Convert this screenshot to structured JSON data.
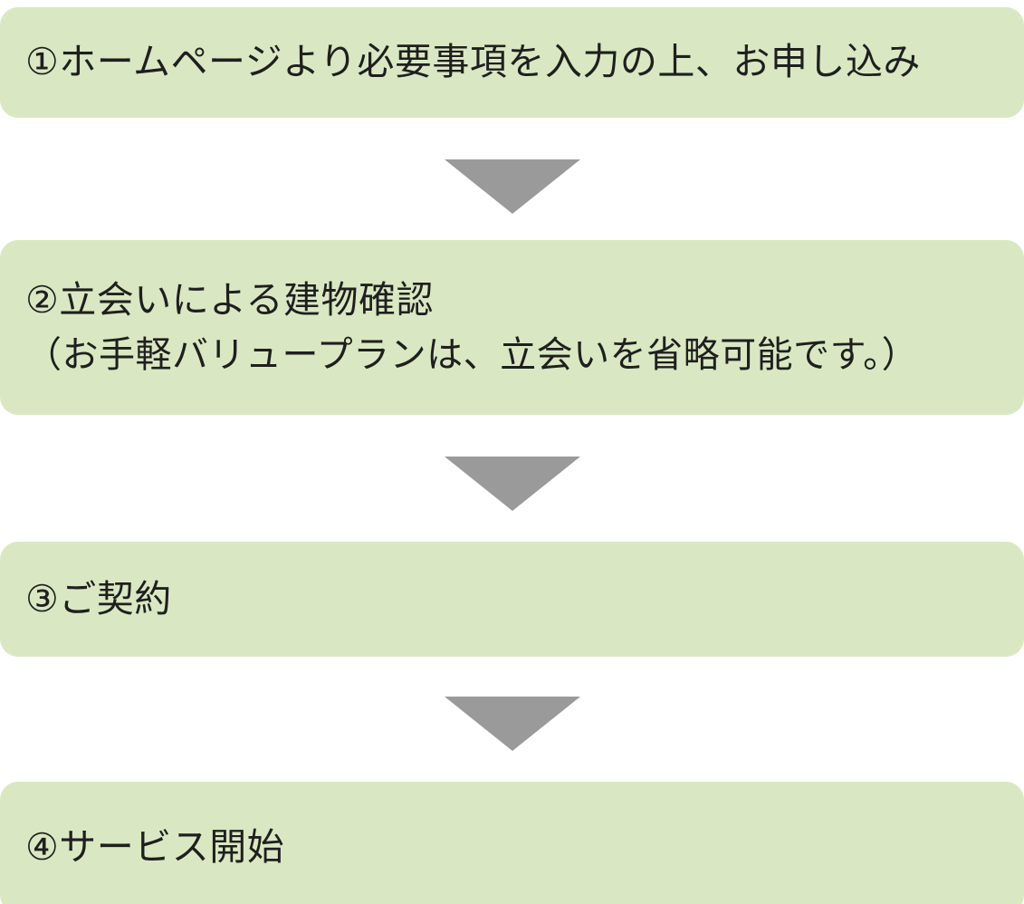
{
  "diagram": {
    "title": "application-flow",
    "steps": [
      {
        "label": "①ホームページより必要事項を入力の上、お申し込み",
        "note": ""
      },
      {
        "label": "②立会いによる建物確認",
        "note": "（お手軽バリュープランは、立会いを省略可能です。）"
      },
      {
        "label": "③ご契約",
        "note": ""
      },
      {
        "label": "④サービス開始",
        "note": ""
      }
    ],
    "colors": {
      "box_background": "#d9e8c2",
      "arrow": "#9a9a9a",
      "text": "#1f1f1f",
      "page_background": "#ffffff"
    }
  }
}
